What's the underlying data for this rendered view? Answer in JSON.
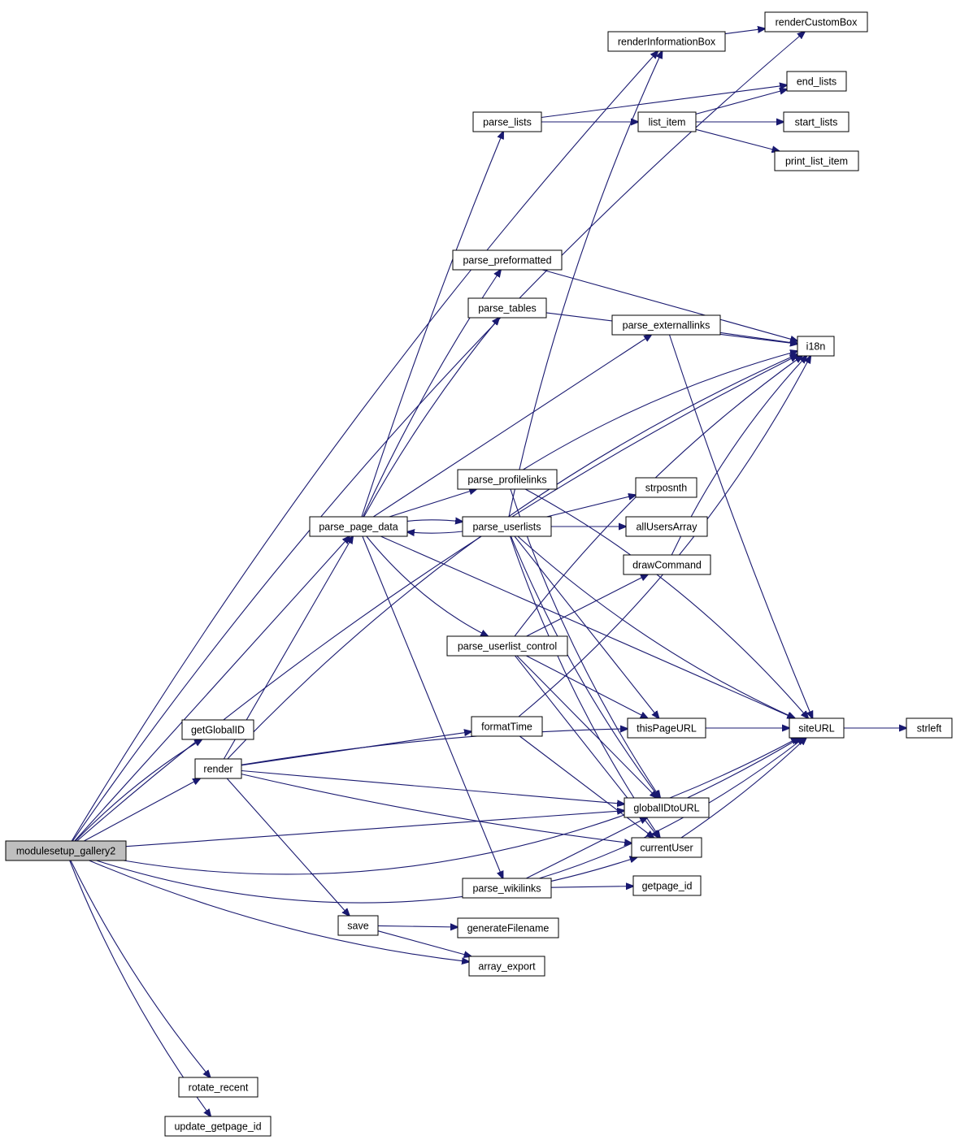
{
  "graph": {
    "nodes": [
      {
        "id": "modulesetup_gallery2",
        "label": "modulesetup_gallery2",
        "root": true
      },
      {
        "id": "renderCustomBox",
        "label": "renderCustomBox"
      },
      {
        "id": "renderInformationBox",
        "label": "renderInformationBox"
      },
      {
        "id": "end_lists",
        "label": "end_lists"
      },
      {
        "id": "parse_lists",
        "label": "parse_lists"
      },
      {
        "id": "list_item",
        "label": "list_item"
      },
      {
        "id": "start_lists",
        "label": "start_lists"
      },
      {
        "id": "print_list_item",
        "label": "print_list_item"
      },
      {
        "id": "parse_preformatted",
        "label": "parse_preformatted"
      },
      {
        "id": "parse_tables",
        "label": "parse_tables"
      },
      {
        "id": "parse_externallinks",
        "label": "parse_externallinks"
      },
      {
        "id": "i18n",
        "label": "i18n"
      },
      {
        "id": "parse_profilelinks",
        "label": "parse_profilelinks"
      },
      {
        "id": "strposnth",
        "label": "strposnth"
      },
      {
        "id": "parse_page_data",
        "label": "parse_page_data"
      },
      {
        "id": "parse_userlists",
        "label": "parse_userlists"
      },
      {
        "id": "allUsersArray",
        "label": "allUsersArray"
      },
      {
        "id": "drawCommand",
        "label": "drawCommand"
      },
      {
        "id": "parse_userlist_control",
        "label": "parse_userlist_control"
      },
      {
        "id": "getGlobalID",
        "label": "getGlobalID"
      },
      {
        "id": "formatTime",
        "label": "formatTime"
      },
      {
        "id": "thisPageURL",
        "label": "thisPageURL"
      },
      {
        "id": "siteURL",
        "label": "siteURL"
      },
      {
        "id": "strleft",
        "label": "strleft"
      },
      {
        "id": "render",
        "label": "render"
      },
      {
        "id": "globalIDtoURL",
        "label": "globalIDtoURL"
      },
      {
        "id": "currentUser",
        "label": "currentUser"
      },
      {
        "id": "parse_wikilinks",
        "label": "parse_wikilinks"
      },
      {
        "id": "getpage_id",
        "label": "getpage_id"
      },
      {
        "id": "save",
        "label": "save"
      },
      {
        "id": "generateFilename",
        "label": "generateFilename"
      },
      {
        "id": "array_export",
        "label": "array_export"
      },
      {
        "id": "rotate_recent",
        "label": "rotate_recent"
      },
      {
        "id": "update_getpage_id",
        "label": "update_getpage_id"
      }
    ],
    "edges": [
      {
        "from": "modulesetup_gallery2",
        "to": "renderInformationBox"
      },
      {
        "from": "modulesetup_gallery2",
        "to": "renderCustomBox"
      },
      {
        "from": "modulesetup_gallery2",
        "to": "i18n"
      },
      {
        "from": "modulesetup_gallery2",
        "to": "parse_page_data"
      },
      {
        "from": "modulesetup_gallery2",
        "to": "getGlobalID"
      },
      {
        "from": "modulesetup_gallery2",
        "to": "render"
      },
      {
        "from": "modulesetup_gallery2",
        "to": "globalIDtoURL"
      },
      {
        "from": "modulesetup_gallery2",
        "to": "currentUser"
      },
      {
        "from": "modulesetup_gallery2",
        "to": "array_export"
      },
      {
        "from": "modulesetup_gallery2",
        "to": "siteURL"
      },
      {
        "from": "modulesetup_gallery2",
        "to": "rotate_recent"
      },
      {
        "from": "modulesetup_gallery2",
        "to": "update_getpage_id"
      },
      {
        "from": "renderInformationBox",
        "to": "renderCustomBox"
      },
      {
        "from": "parse_lists",
        "to": "end_lists"
      },
      {
        "from": "parse_lists",
        "to": "list_item"
      },
      {
        "from": "list_item",
        "to": "end_lists"
      },
      {
        "from": "list_item",
        "to": "start_lists"
      },
      {
        "from": "list_item",
        "to": "print_list_item"
      },
      {
        "from": "parse_preformatted",
        "to": "i18n"
      },
      {
        "from": "parse_tables",
        "to": "i18n"
      },
      {
        "from": "parse_externallinks",
        "to": "i18n"
      },
      {
        "from": "parse_externallinks",
        "to": "siteURL"
      },
      {
        "from": "parse_profilelinks",
        "to": "i18n"
      },
      {
        "from": "parse_profilelinks",
        "to": "siteURL"
      },
      {
        "from": "parse_profilelinks",
        "to": "globalIDtoURL"
      },
      {
        "from": "parse_page_data",
        "to": "parse_lists"
      },
      {
        "from": "parse_page_data",
        "to": "parse_preformatted"
      },
      {
        "from": "parse_page_data",
        "to": "parse_tables"
      },
      {
        "from": "parse_page_data",
        "to": "parse_externallinks"
      },
      {
        "from": "parse_page_data",
        "to": "parse_profilelinks"
      },
      {
        "from": "parse_page_data",
        "to": "parse_userlists"
      },
      {
        "from": "parse_page_data",
        "to": "parse_userlist_control"
      },
      {
        "from": "parse_page_data",
        "to": "parse_wikilinks"
      },
      {
        "from": "parse_page_data",
        "to": "siteURL"
      },
      {
        "from": "parse_userlists",
        "to": "parse_page_data"
      },
      {
        "from": "parse_userlists",
        "to": "renderInformationBox"
      },
      {
        "from": "parse_userlists",
        "to": "strposnth"
      },
      {
        "from": "parse_userlists",
        "to": "allUsersArray"
      },
      {
        "from": "parse_userlists",
        "to": "thisPageURL"
      },
      {
        "from": "parse_userlists",
        "to": "globalIDtoURL"
      },
      {
        "from": "parse_userlists",
        "to": "currentUser"
      },
      {
        "from": "parse_userlists",
        "to": "siteURL"
      },
      {
        "from": "parse_userlist_control",
        "to": "drawCommand"
      },
      {
        "from": "parse_userlist_control",
        "to": "i18n"
      },
      {
        "from": "parse_userlist_control",
        "to": "thisPageURL"
      },
      {
        "from": "parse_userlist_control",
        "to": "globalIDtoURL"
      },
      {
        "from": "parse_userlist_control",
        "to": "currentUser"
      },
      {
        "from": "drawCommand",
        "to": "i18n"
      },
      {
        "from": "render",
        "to": "parse_page_data"
      },
      {
        "from": "render",
        "to": "i18n"
      },
      {
        "from": "render",
        "to": "thisPageURL"
      },
      {
        "from": "render",
        "to": "formatTime"
      },
      {
        "from": "render",
        "to": "globalIDtoURL"
      },
      {
        "from": "render",
        "to": "currentUser"
      },
      {
        "from": "render",
        "to": "save"
      },
      {
        "from": "formatTime",
        "to": "i18n"
      },
      {
        "from": "formatTime",
        "to": "currentUser"
      },
      {
        "from": "thisPageURL",
        "to": "siteURL"
      },
      {
        "from": "siteURL",
        "to": "strleft"
      },
      {
        "from": "globalIDtoURL",
        "to": "siteURL"
      },
      {
        "from": "currentUser",
        "to": "siteURL"
      },
      {
        "from": "parse_wikilinks",
        "to": "globalIDtoURL"
      },
      {
        "from": "parse_wikilinks",
        "to": "getpage_id"
      },
      {
        "from": "parse_wikilinks",
        "to": "siteURL"
      },
      {
        "from": "save",
        "to": "generateFilename"
      },
      {
        "from": "save",
        "to": "array_export"
      }
    ]
  }
}
